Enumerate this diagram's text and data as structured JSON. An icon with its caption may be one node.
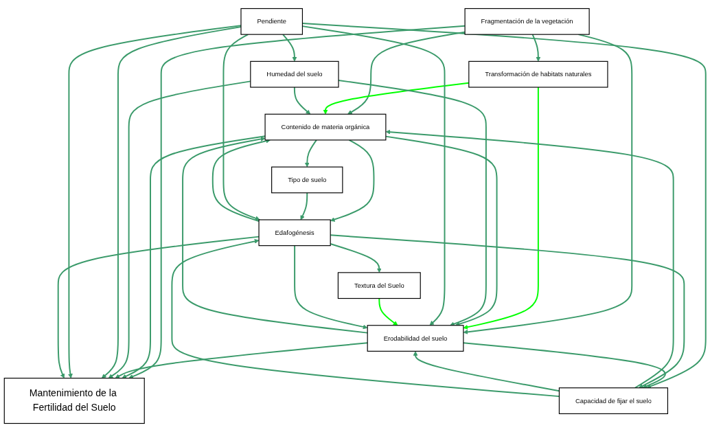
{
  "diagram": {
    "nodes": [
      {
        "text": [
          "Fragmentación de la vegetación"
        ]
      },
      {
        "text": [
          "Transformación de habitats naturales"
        ]
      },
      {
        "text": [
          "Contenido de materia orgánica"
        ]
      },
      {
        "text": [
          "Tipo de suelo"
        ]
      },
      {
        "text": [
          "Humedad del suelo"
        ]
      },
      {
        "text": [
          "Mantenimiento de la Fertilidad del Suelo"
        ]
      },
      {
        "text": [
          "Pendiente"
        ]
      },
      {
        "text": [
          "Erodabilidad del suelo"
        ]
      },
      {
        "text": [
          "Edafogénesis"
        ]
      },
      {
        "text": [
          "Textura del Suelo"
        ]
      },
      {
        "text": [
          "Capacidad de fijar el suelo"
        ]
      }
    ],
    "edges": [
      {
        "from": 0,
        "to": 1,
        "arrow": "to"
      },
      {
        "from": 0,
        "to": 2,
        "arrow": "to"
      },
      {
        "from": 0,
        "to": 5,
        "arrow": "to"
      },
      {
        "from": 0,
        "to": 7,
        "arrow": "to"
      },
      {
        "from": 1,
        "to": 2,
        "arrow": "to",
        "color": "#00ff00"
      },
      {
        "from": 1,
        "to": 7,
        "arrow": "to",
        "color": "#00ff00"
      },
      {
        "from": 2,
        "to": 3,
        "arrow": "to"
      },
      {
        "from": 2,
        "to": 5,
        "arrow": "to"
      },
      {
        "from": 2,
        "to": 7,
        "arrow": "to"
      },
      {
        "from": 2,
        "to": 8,
        "arrow": "to"
      },
      {
        "from": 7,
        "to": 2,
        "arrow": "to"
      },
      {
        "from": 7,
        "to": 5,
        "arrow": "to"
      },
      {
        "from": 4,
        "to": 2,
        "arrow": "to"
      },
      {
        "from": 4,
        "to": 7,
        "arrow": "to"
      },
      {
        "from": 4,
        "to": 5,
        "arrow": "to"
      },
      {
        "from": 6,
        "to": 4,
        "arrow": "to"
      },
      {
        "from": 6,
        "to": 5,
        "arrow": "to"
      },
      {
        "from": 6,
        "to": 5,
        "arrow": "to"
      },
      {
        "from": 3,
        "to": 8,
        "arrow": "to"
      },
      {
        "from": 6,
        "to": 7,
        "arrow": "to"
      },
      {
        "from": 6,
        "to": 10,
        "arrow": "to"
      },
      {
        "from": 6,
        "to": 8,
        "arrow": "to"
      },
      {
        "from": 9,
        "to": 7,
        "arrow": "to",
        "color": "#00ff00"
      },
      {
        "from": 7,
        "to": 10,
        "arrow": "to"
      },
      {
        "from": 8,
        "to": 2,
        "arrow": "to"
      },
      {
        "from": 8,
        "to": 7,
        "arrow": "to"
      },
      {
        "from": 8,
        "to": 9,
        "arrow": "to"
      },
      {
        "from": 8,
        "to": 5,
        "arrow": "to"
      },
      {
        "from": 8,
        "to": 10,
        "arrow": "to"
      },
      {
        "from": 10,
        "to": 2,
        "arrow": "to"
      },
      {
        "from": 10,
        "to": 7,
        "arrow": "to"
      },
      {
        "from": 10,
        "to": 8,
        "arrow": "to"
      }
    ]
  }
}
